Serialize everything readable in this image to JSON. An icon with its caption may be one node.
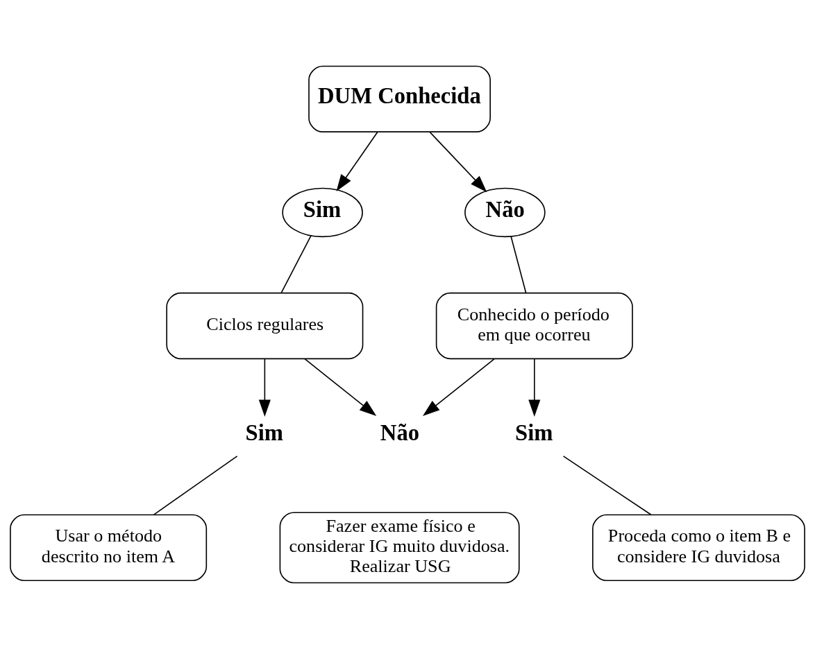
{
  "diagram": {
    "nodes": [
      {
        "text": [
          "DUM Conhecida"
        ]
      },
      {
        "text": [
          "Sim"
        ]
      },
      {
        "text": [
          "Não"
        ]
      },
      {
        "text": [
          "Ciclos regulares"
        ]
      },
      {
        "text": [
          "Conhecido o período em que ocorreu"
        ]
      },
      {
        "text": [
          "Sim"
        ]
      },
      {
        "text": [
          "Não"
        ]
      },
      {
        "text": [
          "Sim"
        ]
      },
      {
        "text": [
          "Fazer exame físico e considerar IG muito duvidosa. Realizar USG"
        ]
      },
      {
        "text": [
          "Usar o método descrito no item A"
        ]
      },
      {
        "text": [
          "Proceda como o item B e considere IG duvidosa"
        ]
      }
    ],
    "edges": [
      {
        "from": 0,
        "to": 1,
        "arrow": "to"
      },
      {
        "from": 0,
        "to": 2,
        "arrow": "to"
      },
      {
        "from": 1,
        "to": 3,
        "arrow": "none"
      },
      {
        "from": 2,
        "to": 4,
        "arrow": "none"
      },
      {
        "from": 3,
        "to": 5,
        "arrow": "to"
      },
      {
        "from": 3,
        "to": 6,
        "arrow": "to"
      },
      {
        "from": 4,
        "to": 6,
        "arrow": "to"
      },
      {
        "from": 4,
        "to": 7,
        "arrow": "to"
      },
      {
        "from": 5,
        "to": 9,
        "arrow": "none"
      },
      {
        "from": 7,
        "to": 10,
        "arrow": "none"
      }
    ]
  }
}
